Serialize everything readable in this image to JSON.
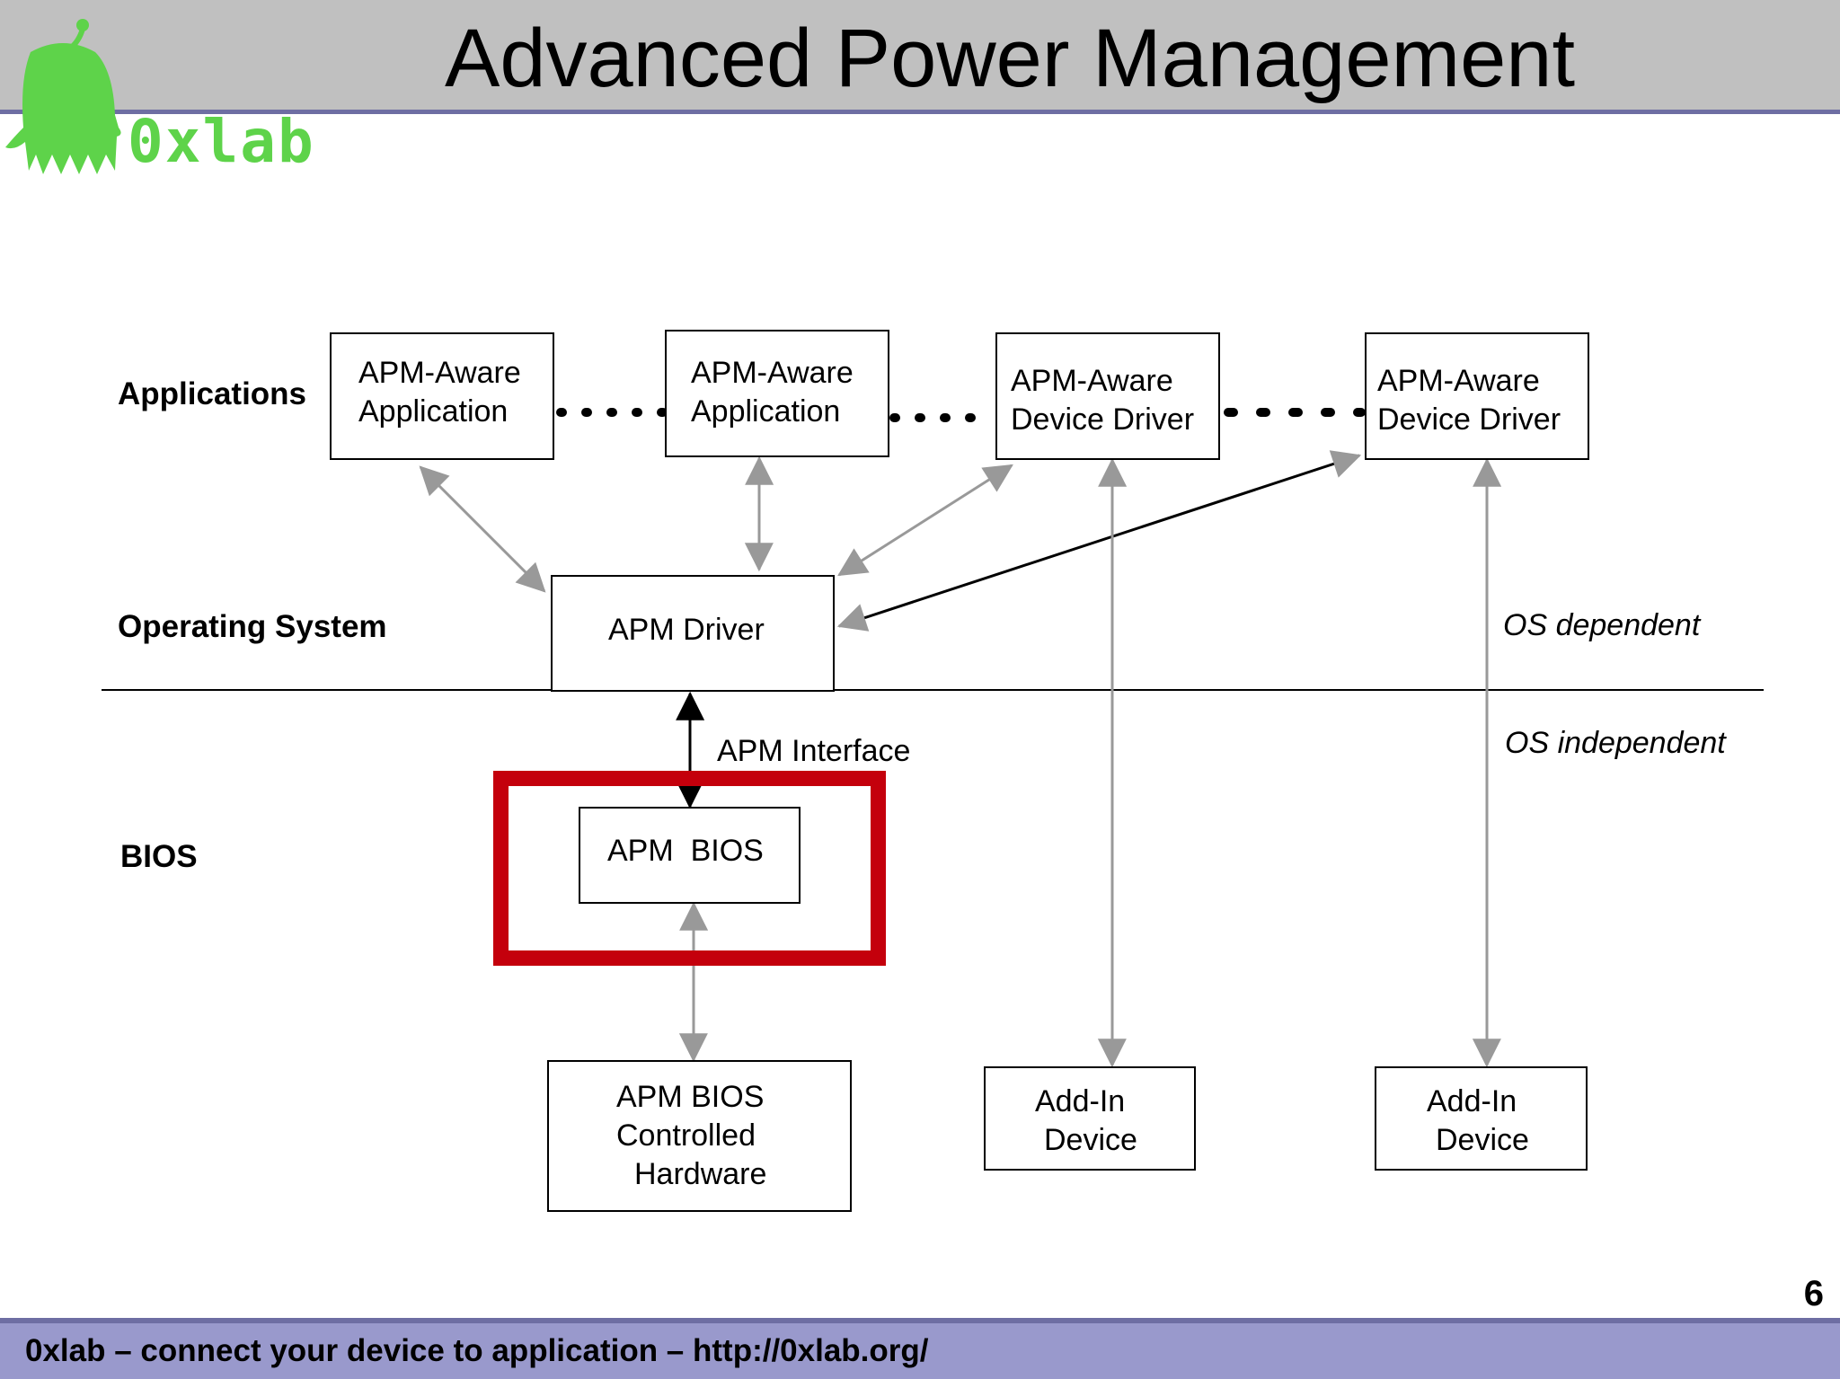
{
  "slide": {
    "title": "Advanced Power Management",
    "page_number": "6",
    "footer": "0xlab – connect your device to application – http://0xlab.org/"
  },
  "logo": {
    "text": "0xlab",
    "color": "#5ed34a"
  },
  "colors": {
    "title_bar": "#c0c0c0",
    "rule": "#6e6ea3",
    "footer_bar": "#9999cc",
    "highlight": "#c4000c",
    "arrow_gray": "#999999"
  },
  "layers": {
    "applications": "Applications",
    "operating_system": "Operating System",
    "bios": "BIOS"
  },
  "notes": {
    "os_dependent": "OS dependent",
    "os_independent": "OS independent",
    "apm_interface": "APM Interface"
  },
  "boxes": {
    "app1": [
      "APM-Aware",
      "Application"
    ],
    "app2": [
      "APM-Aware",
      "Application"
    ],
    "driver1": [
      "APM-Aware",
      "Device Driver"
    ],
    "driver2": [
      "APM-Aware",
      "Device Driver"
    ],
    "apm_driver": [
      "APM Driver"
    ],
    "apm_bios": [
      "APM  BIOS"
    ],
    "hardware": [
      "APM BIOS",
      "Controlled",
      "Hardware"
    ],
    "addin1": [
      "Add-In",
      "Device"
    ],
    "addin2": [
      "Add-In",
      "Device"
    ]
  }
}
